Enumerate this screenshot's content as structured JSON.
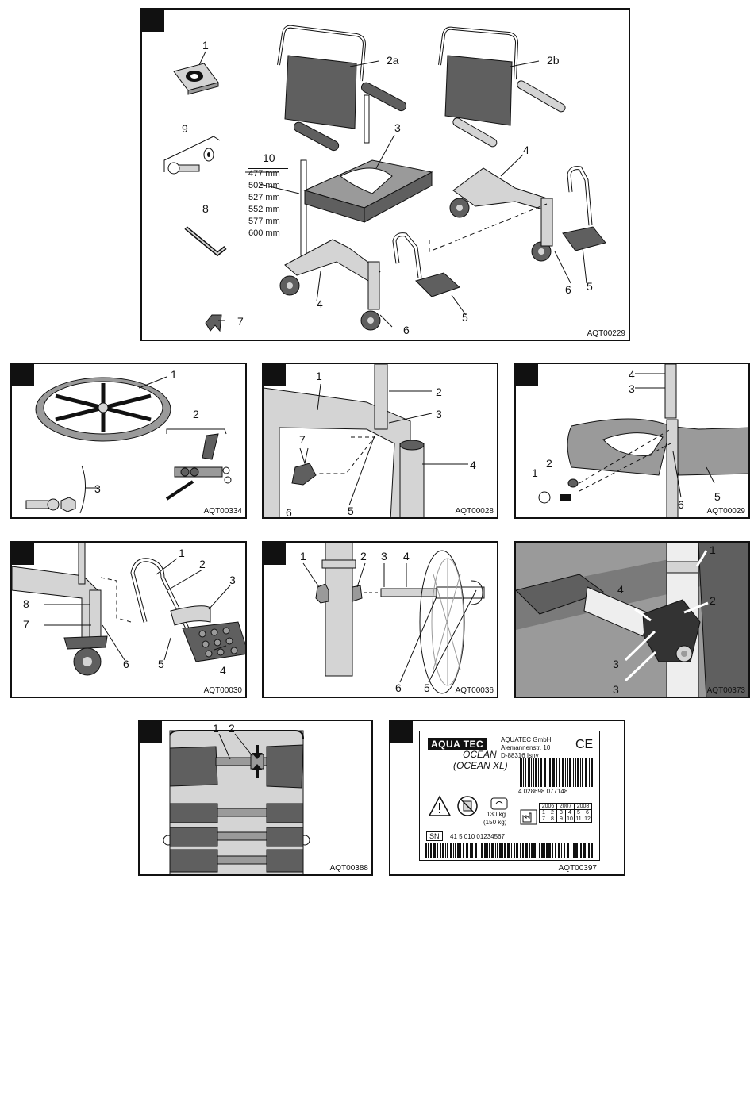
{
  "colors": {
    "ink": "#111111",
    "dark_grey": "#5f5f5f",
    "mid_grey": "#9a9a9a",
    "light_grey": "#d4d4d4",
    "paper": "#ffffff"
  },
  "fig1": {
    "code": "AQT00229",
    "labels": {
      "n1": "1",
      "n2a": "2a",
      "n2b": "2b",
      "n3": "3",
      "n4a": "4",
      "n4b": "4",
      "n5a": "5",
      "n5b": "5",
      "n6a": "6",
      "n6b": "6",
      "n7": "7",
      "n8": "8",
      "n9": "9",
      "n10": "10"
    },
    "heights": [
      "477 mm",
      "502 mm",
      "527 mm",
      "552 mm",
      "577 mm",
      "600 mm"
    ]
  },
  "fig2": {
    "code": "AQT00334",
    "labels": [
      "1",
      "2",
      "3"
    ]
  },
  "fig3": {
    "code": "AQT00028",
    "labels": [
      "1",
      "2",
      "3",
      "4",
      "5",
      "6",
      "7"
    ]
  },
  "fig4": {
    "code": "AQT00029",
    "labels": [
      "4",
      "3",
      "2",
      "1",
      "6",
      "5"
    ]
  },
  "fig5": {
    "code": "AQT00030",
    "labels": [
      "1",
      "2",
      "3",
      "8",
      "7",
      "6",
      "5",
      "4"
    ]
  },
  "fig6": {
    "code": "AQT00036",
    "labels": [
      "1",
      "2",
      "3",
      "4",
      "6",
      "5"
    ]
  },
  "fig7": {
    "code": "AQT00373",
    "labels": [
      "1",
      "4",
      "2",
      "3",
      "3"
    ]
  },
  "fig8": {
    "code": "AQT00388",
    "labels": [
      "1",
      "2"
    ]
  },
  "fig9": {
    "code": "AQT00397",
    "brand": "AQUA TEC",
    "model": "OCEAN",
    "model_xl": "(OCEAN XL)",
    "company": "AQUATEC GmbH",
    "street": "Alemannenstr. 10",
    "city": "D-88316 Isny",
    "ce": "CE",
    "barcode_digits": "4 028698 077148",
    "weight1": "130 kg",
    "weight2": "(150 kg)",
    "years": [
      "2006",
      "2007",
      "2008"
    ],
    "months": [
      "1",
      "2",
      "3",
      "4",
      "5",
      "6",
      "7",
      "8",
      "9",
      "10",
      "11",
      "12"
    ],
    "sn_label": "SN",
    "sn_value": "41 5 010 01234567"
  }
}
